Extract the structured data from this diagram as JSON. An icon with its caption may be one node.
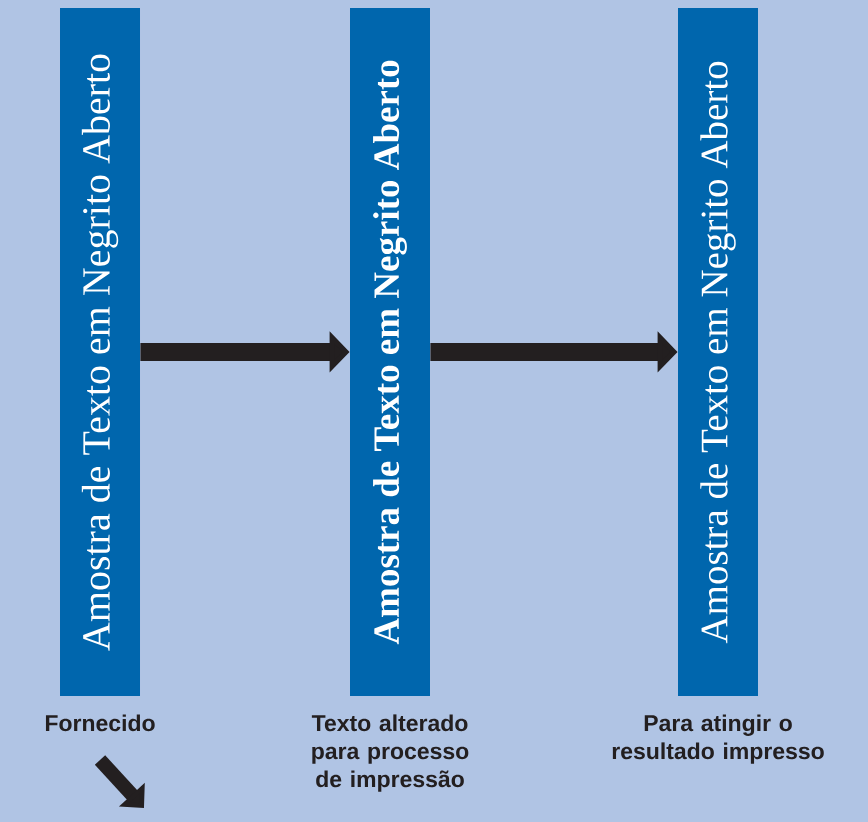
{
  "diagram": {
    "nodes": [
      {
        "text": [
          "Amostra de Texto em Negrito Aberto"
        ],
        "beside": [
          "Fornecido"
        ]
      },
      {
        "text": [
          "Amostra de Texto em Negrito Aberto"
        ],
        "beside": [
          "Texto alterado para processo de impressão"
        ]
      },
      {
        "text": [
          "Amostra de Texto em Negrito Aberto"
        ],
        "beside": [
          "Para atingir o resultado impresso"
        ]
      }
    ],
    "edges": [
      {
        "from": 0,
        "to": 1,
        "arrow": "to"
      },
      {
        "from": 1,
        "to": 2,
        "arrow": "to"
      }
    ]
  }
}
